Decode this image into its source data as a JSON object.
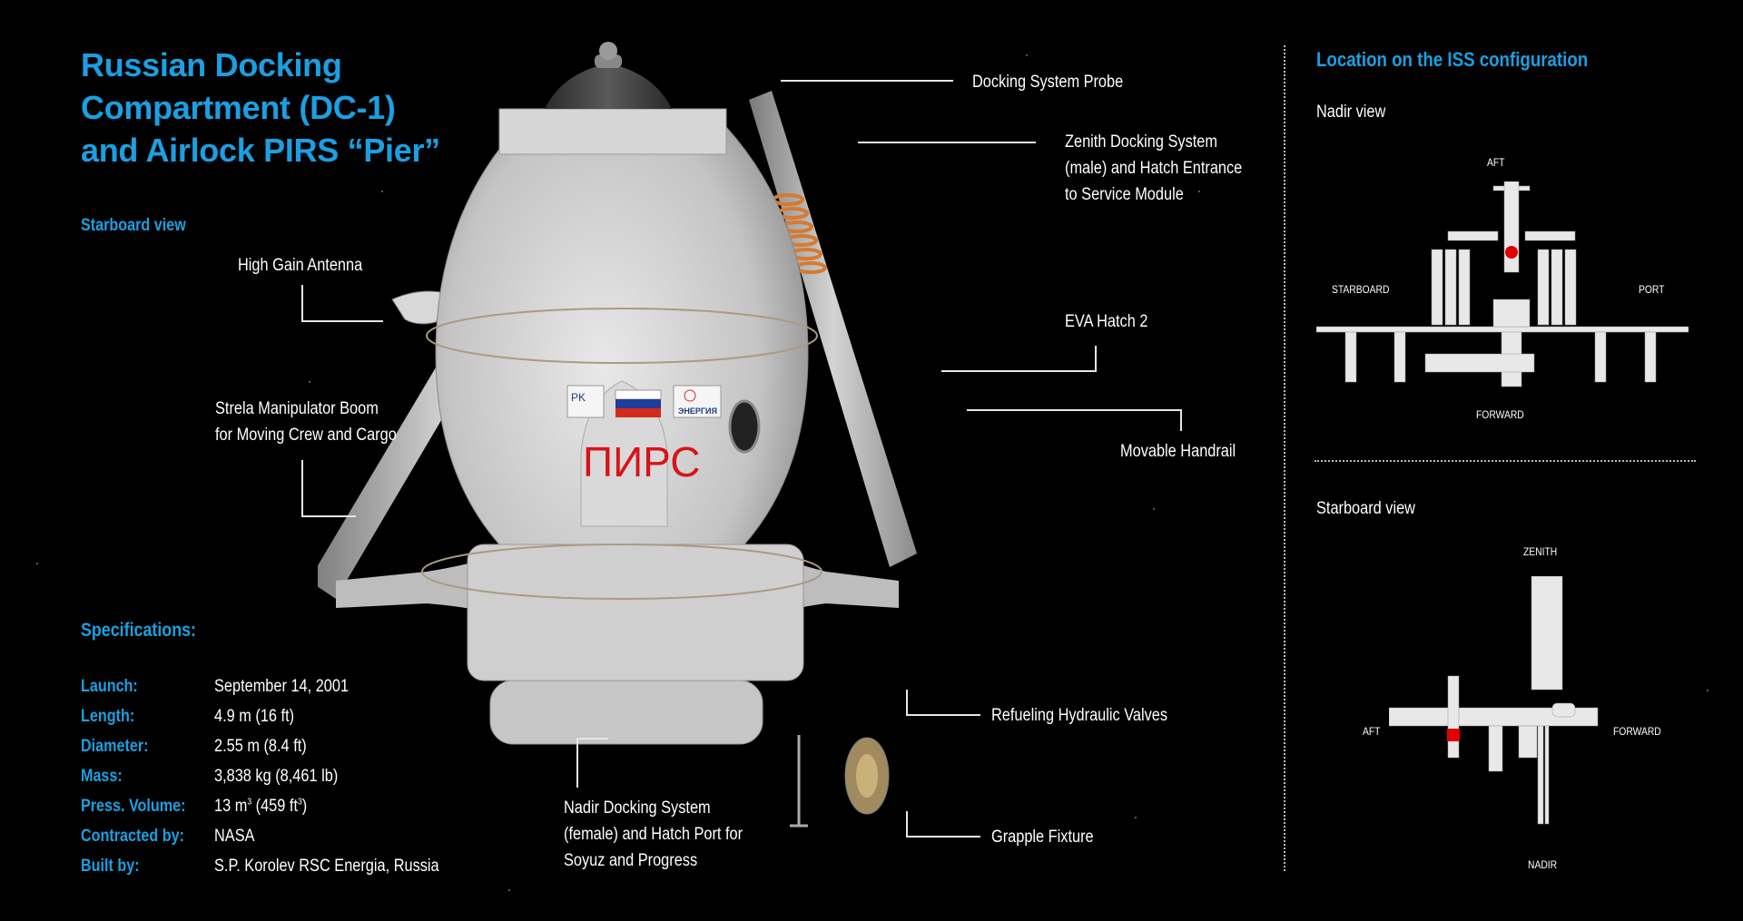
{
  "title": {
    "line1": "Russian Docking",
    "line2": "Compartment (DC-1)",
    "line3": "and Airlock PIRS “Pier”"
  },
  "main_view_label": "Starboard view",
  "module": {
    "cyrillic_name": "ПИРС",
    "logos": [
      "РК Роскосмос",
      "Russian flag",
      "РКК Энергия"
    ],
    "energia_text": "ЭНЕРГИЯ",
    "rk_text": "PK"
  },
  "callouts": [
    {
      "id": "docking-system-probe",
      "text": "Docking System Probe"
    },
    {
      "id": "zenith-docking-system",
      "lines": [
        "Zenith Docking System",
        "(male) and Hatch Entrance",
        "to Service Module"
      ]
    },
    {
      "id": "high-gain-antenna",
      "text": "High Gain Antenna"
    },
    {
      "id": "eva-hatch-2",
      "text": "EVA Hatch 2"
    },
    {
      "id": "strela-boom",
      "lines": [
        "Strela Manipulator Boom",
        "for Moving Crew and Cargo"
      ]
    },
    {
      "id": "movable-handrail",
      "text": "Movable Handrail"
    },
    {
      "id": "refueling-valves",
      "text": "Refueling Hydraulic Valves"
    },
    {
      "id": "nadir-docking-system",
      "lines": [
        "Nadir Docking System",
        "(female) and Hatch Port for",
        "Soyuz and Progress"
      ]
    },
    {
      "id": "grapple-fixture",
      "text": "Grapple Fixture"
    }
  ],
  "specifications": {
    "heading": "Specifications:",
    "rows": [
      {
        "key": "Launch:",
        "value": "September 14, 2001"
      },
      {
        "key": "Length:",
        "value": "4.9 m (16 ft)"
      },
      {
        "key": "Diameter:",
        "value": "2.55 m (8.4 ft)"
      },
      {
        "key": "Mass:",
        "value": "3,838 kg (8,461 lb)"
      },
      {
        "key": "Press. Volume:",
        "value_main": "13 m",
        "sup1": "3",
        "value_mid": " (459 ft",
        "sup2": "3",
        "value_end": ")"
      },
      {
        "key": "Contracted by:",
        "value": "NASA"
      },
      {
        "key": "Built by:",
        "value": "S.P. Korolev RSC Energia, Russia"
      }
    ]
  },
  "location": {
    "heading": "Location on the ISS configuration",
    "nadir_view": {
      "label": "Nadir view",
      "directions": {
        "top": "AFT",
        "left": "STARBOARD",
        "right": "PORT",
        "bottom": "FORWARD"
      }
    },
    "starboard_view": {
      "label": "Starboard view",
      "directions": {
        "top": "ZENITH",
        "left": "AFT",
        "right": "FORWARD",
        "bottom": "NADIR"
      }
    }
  },
  "colors": {
    "background": "#000000",
    "accent_blue": "#1aa0e2",
    "highlight_red": "#e00000",
    "module_gray": "#cfcfcf",
    "cyrillic_red": "#d7141a",
    "callout_line": "#e6e6e6"
  }
}
